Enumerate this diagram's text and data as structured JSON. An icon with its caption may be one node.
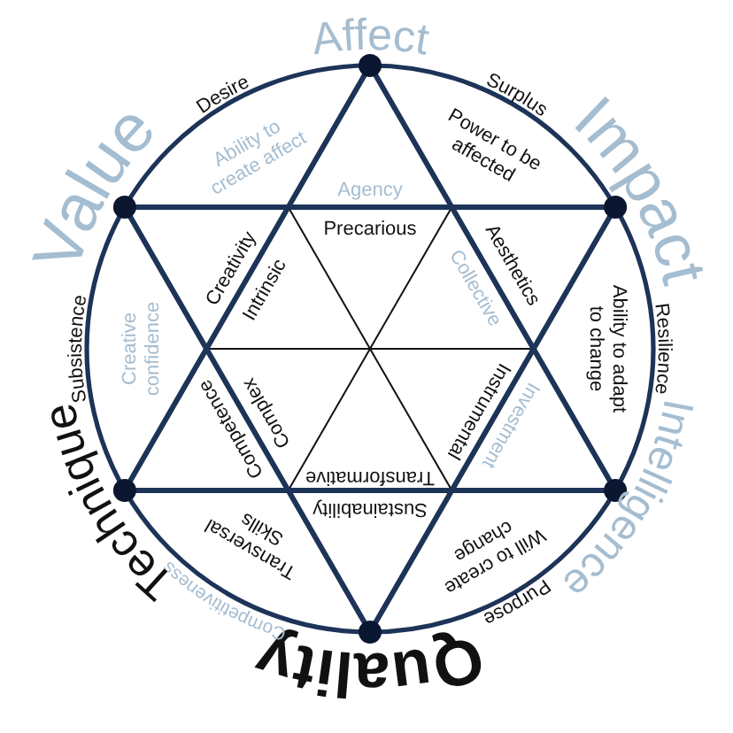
{
  "diagram": {
    "labels": [
      "Affect",
      "Agency",
      "Precarious",
      "Surplus",
      "Power to be affected",
      "Impact",
      "Aesthetics",
      "Collective",
      "Resilience",
      "Ability to adapt to change",
      "Intelligence",
      "Investment",
      "Instrumental",
      "Purpose",
      "Will to create change",
      "Quality",
      "Sustainability",
      "Transformative",
      "Competitiveness",
      "Transversal Skills",
      "Technique",
      "Competence",
      "Complex",
      "Subsistence",
      "Creative confidence",
      "Value",
      "Creativity",
      "Intrinsic",
      "Desire",
      "Ability to create affect"
    ]
  }
}
